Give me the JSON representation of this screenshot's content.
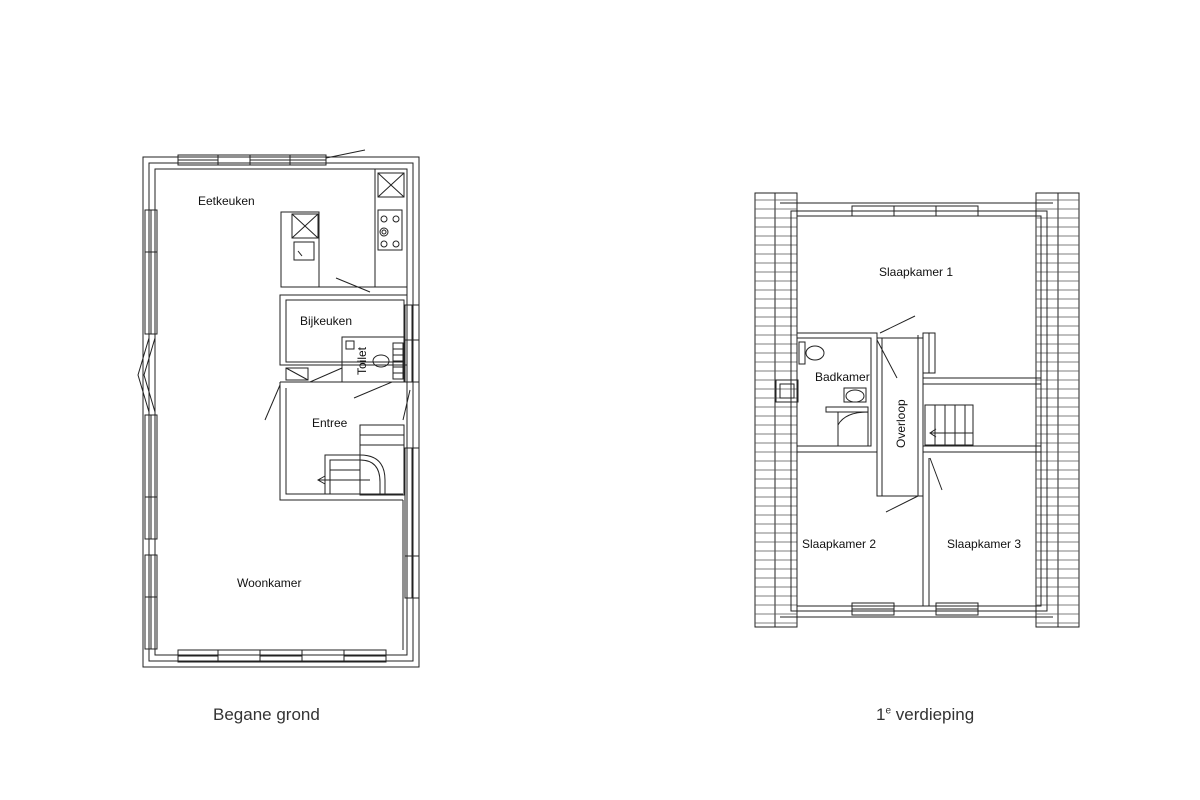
{
  "ground_floor": {
    "caption": "Begane grond",
    "rooms": {
      "eetkeuken": "Eetkeuken",
      "bijkeuken": "Bijkeuken",
      "toilet": "Toilet",
      "entree": "Entree",
      "woonkamer": "Woonkamer"
    }
  },
  "first_floor": {
    "caption_number": "1",
    "caption_superscript": "e",
    "caption_text": " verdieping",
    "rooms": {
      "slaapkamer_1": "Slaapkamer 1",
      "badkamer": "Badkamer",
      "overloop": "Overloop",
      "slaapkamer_2": "Slaapkamer 2",
      "slaapkamer_3": "Slaapkamer 3"
    }
  }
}
